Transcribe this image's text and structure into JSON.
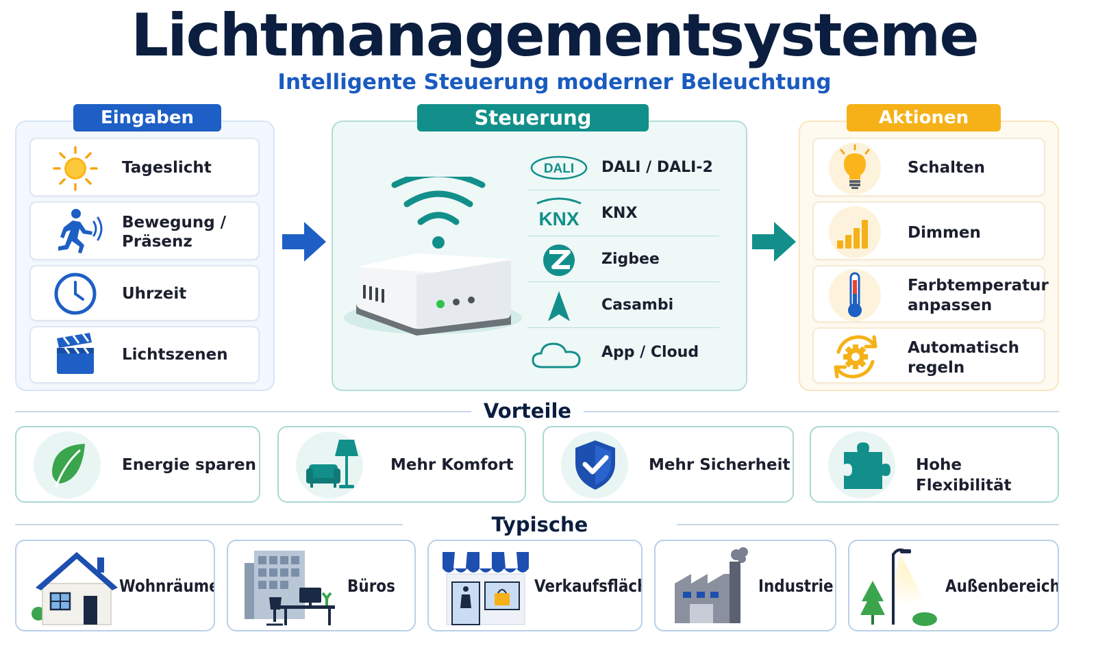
{
  "header": {
    "title": "Lichtmanagementsysteme",
    "subtitle": "Intelligente Steuerung moderner Beleuchtung"
  },
  "inputs": {
    "label": "Eingaben",
    "items": [
      {
        "label": "Tageslicht",
        "icon": "sun-icon"
      },
      {
        "label_line1": "Bewegung /",
        "label_line2": "Präsenz",
        "icon": "running-person-icon"
      },
      {
        "label": "Uhrzeit",
        "icon": "clock-icon"
      },
      {
        "label": "Lichtszenen",
        "icon": "clapperboard-icon"
      }
    ]
  },
  "control": {
    "label": "Steuerung",
    "device_icon": "gateway-wifi-icon",
    "dali_logo_text": "DALI",
    "knx_logo_text": "KNX",
    "protocols": [
      {
        "label": "DALI / DALI-2",
        "icon": "dali-logo-icon"
      },
      {
        "label": "KNX",
        "icon": "knx-logo-icon"
      },
      {
        "label": "Zigbee",
        "icon": "zigbee-logo-icon"
      },
      {
        "label": "Casambi",
        "icon": "casambi-logo-icon"
      },
      {
        "label": "App / Cloud",
        "icon": "cloud-icon"
      }
    ]
  },
  "actions": {
    "label": "Aktionen",
    "items": [
      {
        "label": "Schalten",
        "icon": "lightbulb-icon"
      },
      {
        "label": "Dimmen",
        "icon": "signal-bars-icon"
      },
      {
        "label_line1": "Farbtemperatur",
        "label_line2": "anpassen",
        "icon": "thermometer-icon"
      },
      {
        "label_line1": "Automatisch",
        "label_line2": "regeln",
        "icon": "gear-cycle-icon"
      }
    ]
  },
  "benefits": {
    "title": "Vorteile",
    "items": [
      {
        "label": "Energie sparen",
        "icon": "leaf-icon"
      },
      {
        "label": "Mehr Komfort",
        "icon": "armchair-lamp-icon"
      },
      {
        "label": "Mehr Sicherheit",
        "icon": "shield-check-icon"
      },
      {
        "label": "Hohe Flexibilität",
        "icon": "puzzle-icon"
      }
    ]
  },
  "areas": {
    "title": "Typische Einsatzbereiche",
    "items": [
      {
        "label": "Wohnräume",
        "icon": "house-icon"
      },
      {
        "label": "Büros",
        "icon": "office-icon"
      },
      {
        "label": "Verkaufsflächen",
        "icon": "shop-icon"
      },
      {
        "label": "Industrie",
        "icon": "factory-icon"
      },
      {
        "label": "Außenbereiche",
        "icon": "street-lamp-icon"
      }
    ]
  },
  "colors": {
    "navy": "#0b1e3f",
    "blue": "#1d5fc4",
    "teal": "#128f8a",
    "amber": "#f5b117"
  }
}
